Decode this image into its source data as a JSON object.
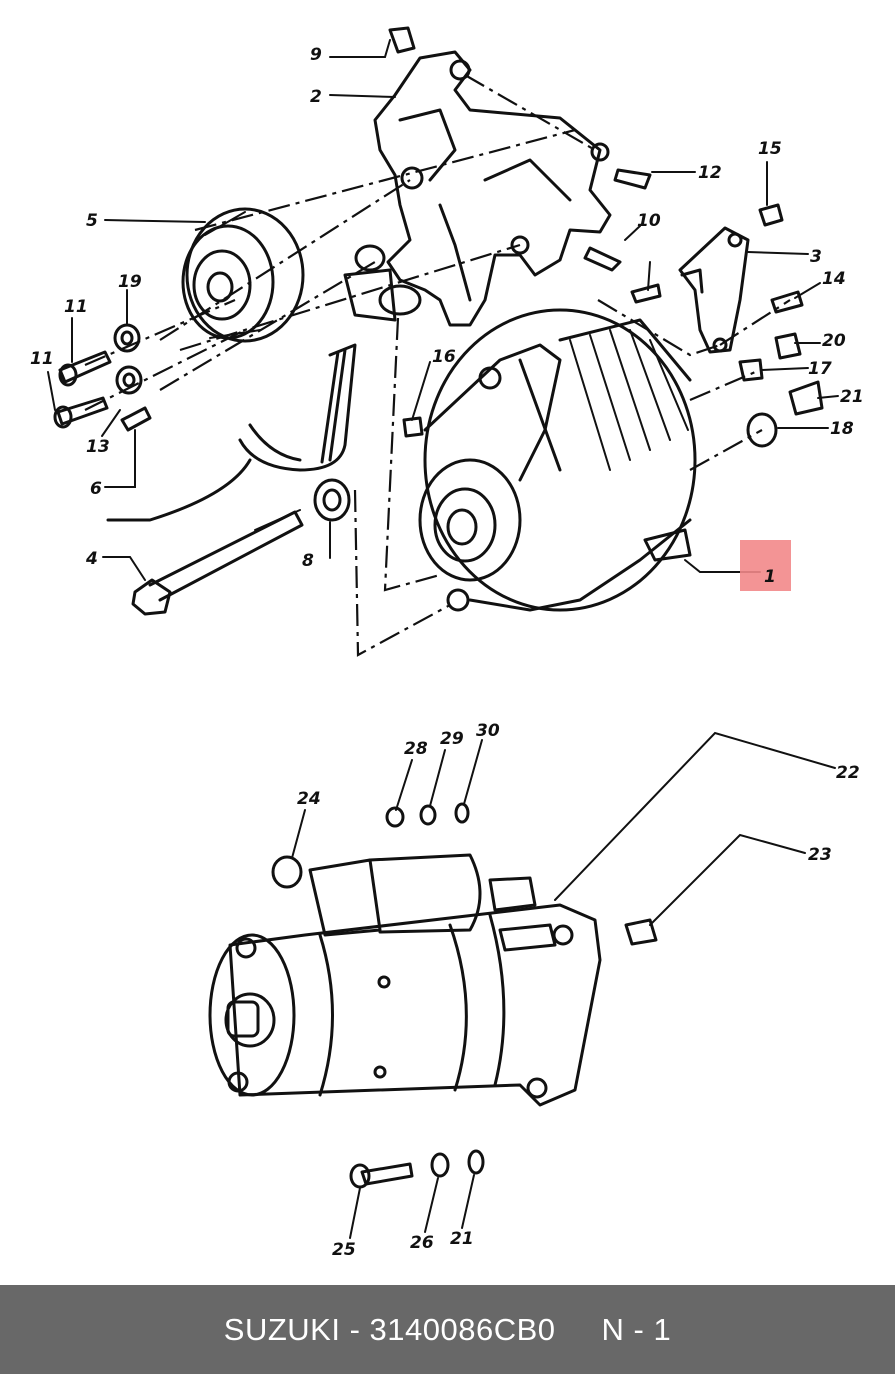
{
  "callouts": [
    {
      "id": "c1",
      "text": "1",
      "highlight": true
    },
    {
      "id": "c2",
      "text": "2"
    },
    {
      "id": "c3",
      "text": "3"
    },
    {
      "id": "c4",
      "text": "4"
    },
    {
      "id": "c5",
      "text": "5"
    },
    {
      "id": "c6",
      "text": "6"
    },
    {
      "id": "c8",
      "text": "8"
    },
    {
      "id": "c9",
      "text": "9"
    },
    {
      "id": "c10",
      "text": "10"
    },
    {
      "id": "c11a",
      "text": "11"
    },
    {
      "id": "c11b",
      "text": "11"
    },
    {
      "id": "c12",
      "text": "12"
    },
    {
      "id": "c13",
      "text": "13"
    },
    {
      "id": "c14",
      "text": "14"
    },
    {
      "id": "c15",
      "text": "15"
    },
    {
      "id": "c16",
      "text": "16"
    },
    {
      "id": "c17",
      "text": "17"
    },
    {
      "id": "c18",
      "text": "18"
    },
    {
      "id": "c19",
      "text": "19"
    },
    {
      "id": "c20",
      "text": "20"
    },
    {
      "id": "c21a",
      "text": "21"
    },
    {
      "id": "c22",
      "text": "22"
    },
    {
      "id": "c23",
      "text": "23"
    },
    {
      "id": "c24",
      "text": "24"
    },
    {
      "id": "c25",
      "text": "25"
    },
    {
      "id": "c26",
      "text": "26"
    },
    {
      "id": "c21b",
      "text": "21"
    },
    {
      "id": "c28",
      "text": "28"
    },
    {
      "id": "c29",
      "text": "29"
    },
    {
      "id": "c30",
      "text": "30"
    }
  ],
  "colors": {
    "highlight": "#f2888a",
    "footer_bg": "#686868",
    "footer_text": "#ffffff"
  },
  "footer": {
    "part_info": "SUZUKI - 3140086CB0",
    "position": "N - 1"
  }
}
